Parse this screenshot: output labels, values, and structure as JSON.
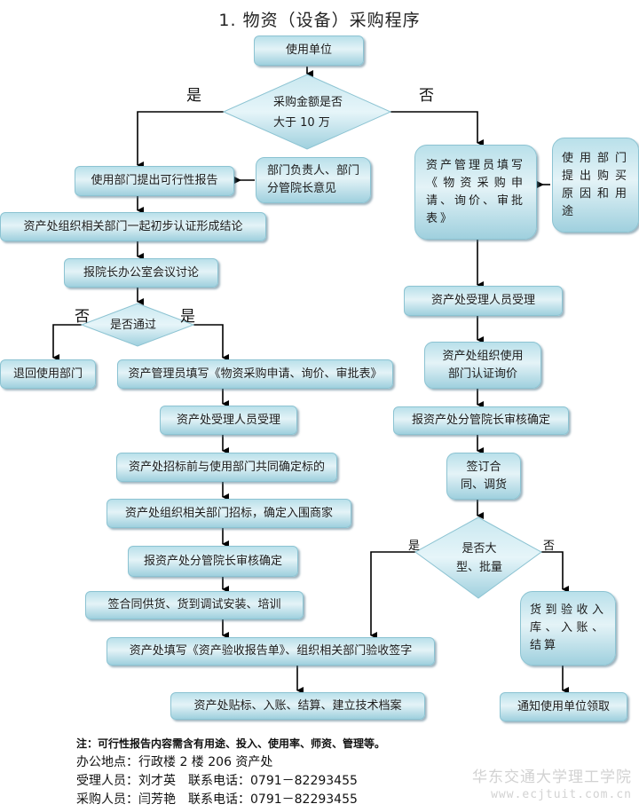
{
  "title": "1. 物资（设备）采购程序",
  "nodes": {
    "start": "使用单位",
    "decision_amount": [
      "采购金额是否",
      "大于 10 万"
    ],
    "feasibility_report": "使用部门提出可行性报告",
    "dept_opinion": [
      "部门负责人、部门",
      "分管院长意见"
    ],
    "joint_review": "资产处组织相关部门一起初步认证形成结论",
    "office_meeting": "报院长办公室会议讨论",
    "decision_pass": "是否通过",
    "return_dept": "退回使用部门",
    "fill_form_left": "资产管理员填写《物资采购申请、询价、审批表》",
    "accept_left": "资产处受理人员受理",
    "pre_bid": "资产处招标前与使用部门共同确定标的",
    "bidding": "资产处组织相关部门招标，确定入围商家",
    "vp_review_left": "报资产处分管院长审核确定",
    "sign_supply": "签合同供货、货到调试安装、培训",
    "acceptance_report": "资产处填写《资产验收报告单》、组织相关部门验收签字",
    "labeling": "资产处贴标、入账、结算、建立技术档案",
    "fill_form_right": "资产管理员填写《物资采购申请、询价、审批表》",
    "purchase_reason": "使用部门提出购买原因和用途",
    "accept_right": "资产处受理人员受理",
    "inquiry": [
      "资产处组织使用",
      "部门认证询价"
    ],
    "vp_review_right": "报资产处分管院长审核确定",
    "sign_contract": [
      "签订合",
      "同、调货"
    ],
    "decision_large": [
      "是否大",
      "型、批量"
    ],
    "warehouse": "货到验收入库、入账、结算",
    "notify": "通知使用单位领取"
  },
  "edge_labels": {
    "yes": "是",
    "no": "否"
  },
  "footer": {
    "note": "注：可行性报告内容需含有用途、投入、使用率、师资、管理等。",
    "office": "办公地点：行政楼 2 楼 206 资产处",
    "receiver": "受理人员：刘才英　联系电话：0791－82293455",
    "purchaser": "采购人员：闫芳艳　联系电话：0791－82293455"
  },
  "watermark": {
    "name": "华东交通大学理工学院",
    "url": "www.ecjtuit.com.cn"
  }
}
